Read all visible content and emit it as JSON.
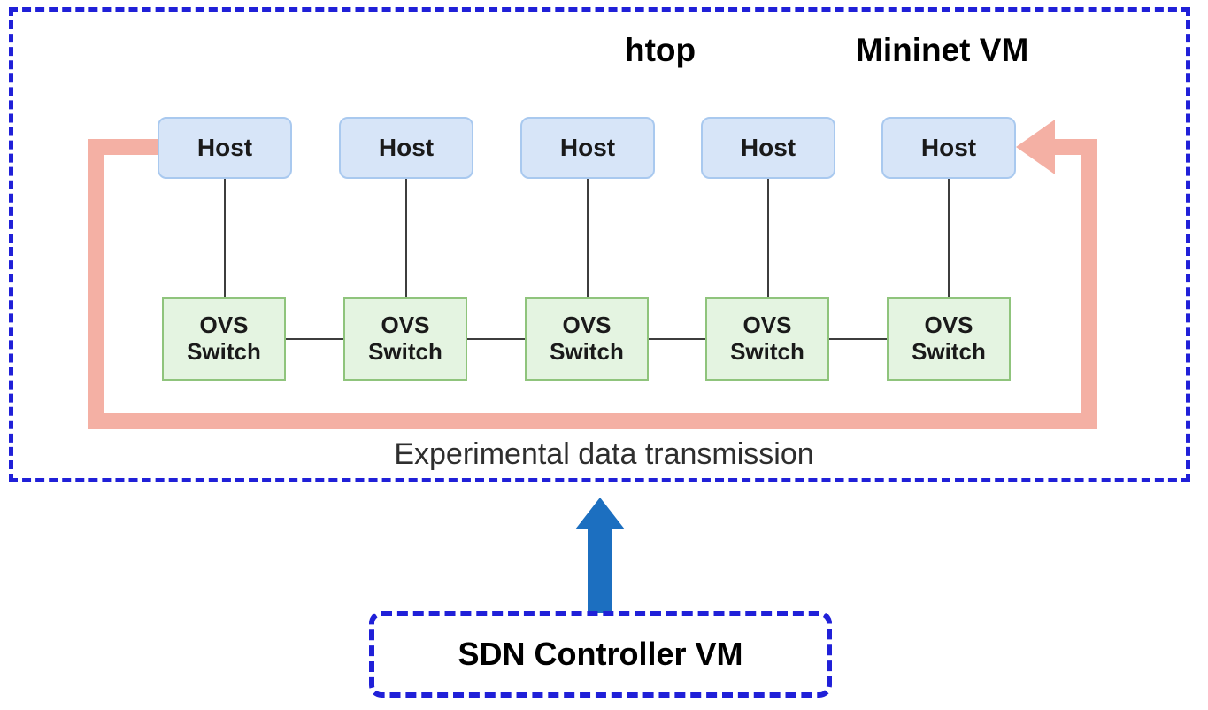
{
  "diagram": {
    "title_labels": {
      "htop": "htop",
      "mininet_vm": "Mininet VM"
    },
    "caption": "Experimental data transmission",
    "controller": {
      "label": "SDN Controller VM"
    },
    "hosts": [
      {
        "label": "Host"
      },
      {
        "label": "Host"
      },
      {
        "label": "Host"
      },
      {
        "label": "Host"
      },
      {
        "label": "Host"
      }
    ],
    "switches": [
      {
        "line1": "OVS",
        "line2": "Switch"
      },
      {
        "line1": "OVS",
        "line2": "Switch"
      },
      {
        "line1": "OVS",
        "line2": "Switch"
      },
      {
        "line1": "OVS",
        "line2": "Switch"
      },
      {
        "line1": "OVS",
        "line2": "Switch"
      }
    ],
    "colors": {
      "container_border": "#2020d8",
      "host_fill": "#d7e5f8",
      "host_border": "#a9c9ef",
      "switch_fill": "#e4f4e1",
      "switch_border": "#8fc47c",
      "link_line": "#3d3d3d",
      "data_path": "#f4b0a4",
      "controller_arrow": "#1c6fc0",
      "text": "#1a1a1a",
      "caption_text": "#2e2e2e"
    }
  }
}
